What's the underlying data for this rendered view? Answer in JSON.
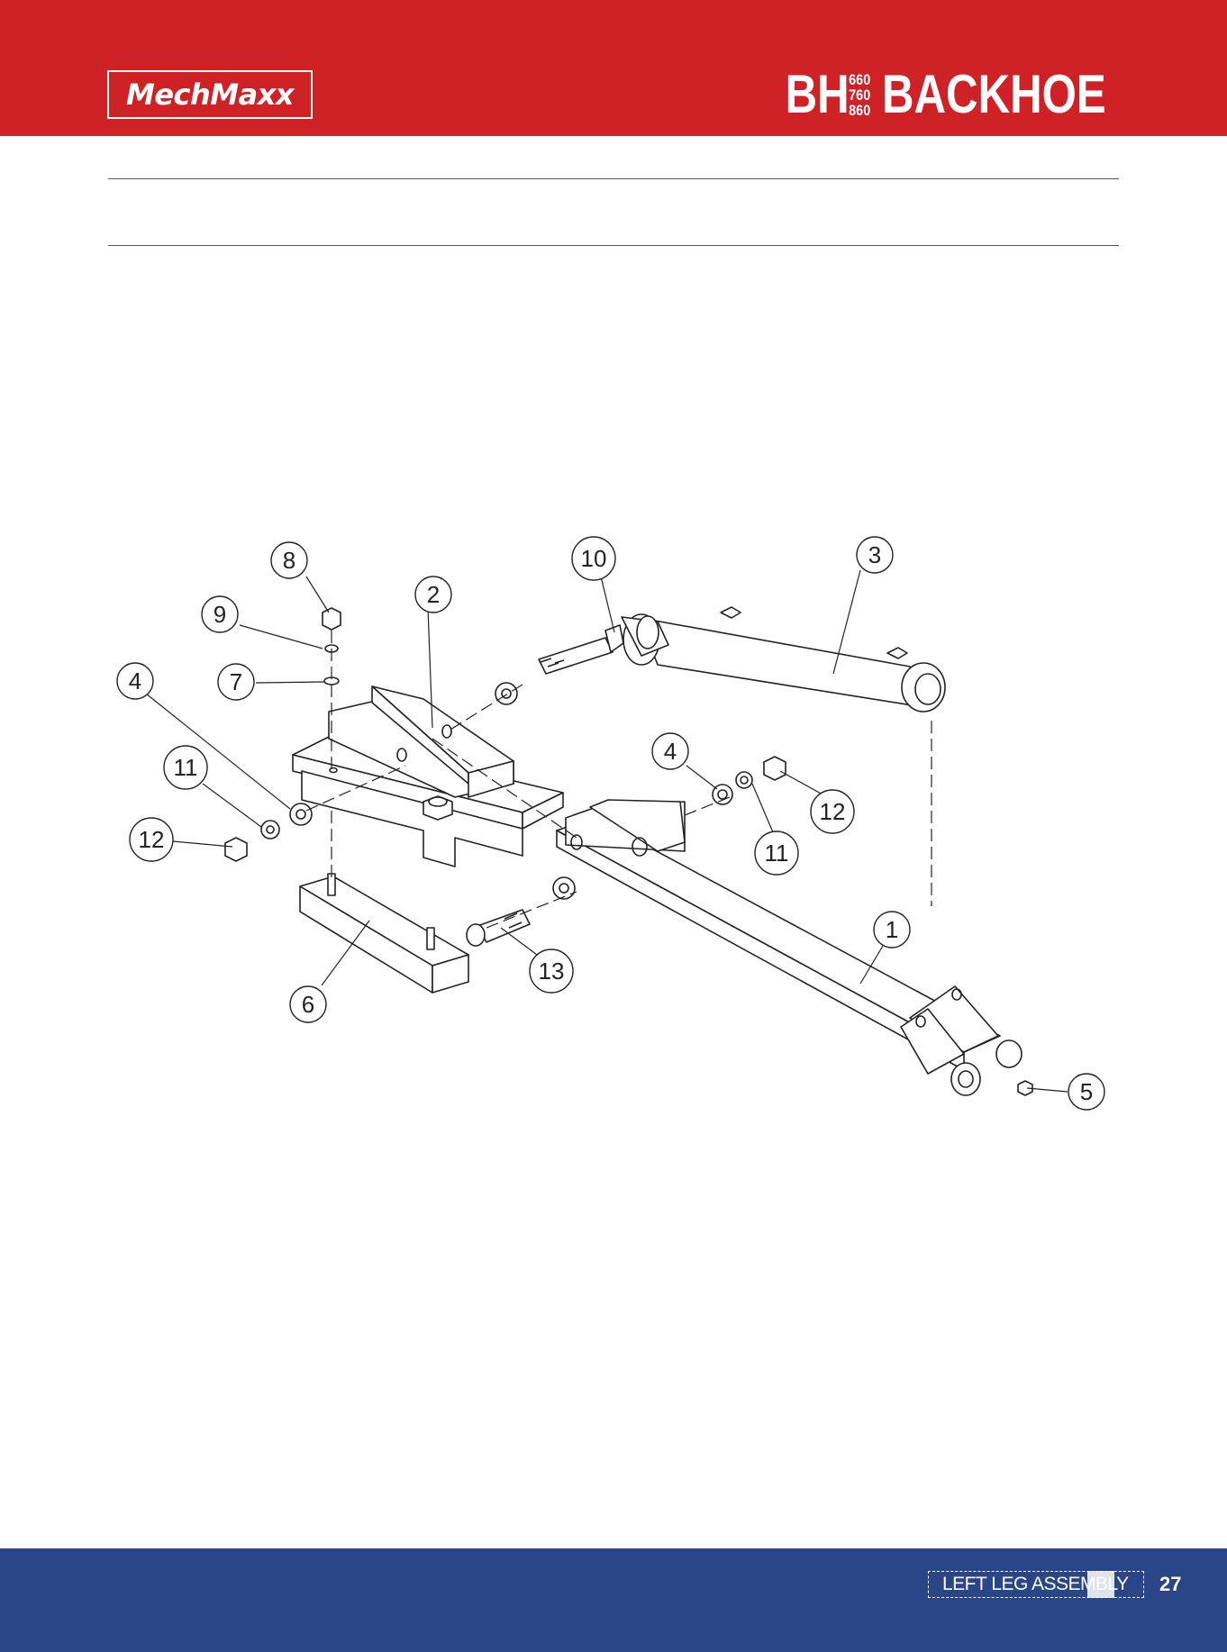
{
  "header": {
    "logo_text": "MechMaxx",
    "brand_prefix": "BH",
    "models": [
      "660",
      "760",
      "860"
    ],
    "brand_name": "BACKHOE",
    "bg_color": "#cf2227"
  },
  "diagram": {
    "callouts": [
      "1",
      "2",
      "3",
      "4",
      "4",
      "5",
      "6",
      "7",
      "8",
      "9",
      "10",
      "11",
      "11",
      "12",
      "12",
      "13"
    ]
  },
  "footer": {
    "section": "LEFT LEG ASSEMBLY",
    "page_number": "27",
    "bg_color": "#2a4687"
  }
}
